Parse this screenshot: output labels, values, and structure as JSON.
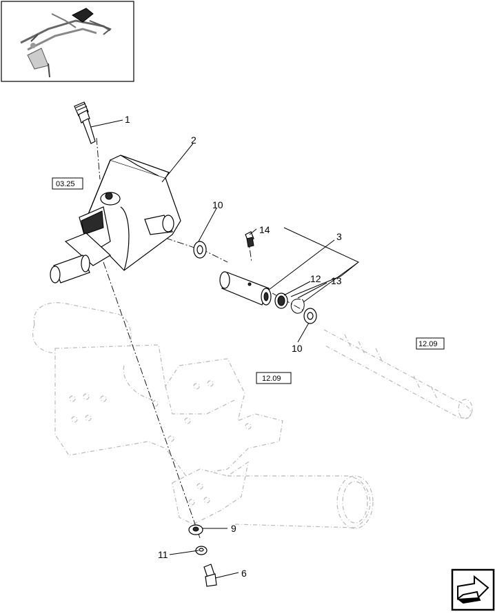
{
  "callouts": {
    "c1": "1",
    "c2": "2",
    "c3": "3",
    "c6": "6",
    "c9": "9",
    "c10a": "10",
    "c10b": "10",
    "c11": "11",
    "c12": "12",
    "c13": "13",
    "c14": "14"
  },
  "references": {
    "ref_0325": "03.25",
    "ref_1209_center": "12.09",
    "ref_1209_right": "12.09"
  },
  "navigation": {
    "next_icon": "arrow-right-icon"
  }
}
